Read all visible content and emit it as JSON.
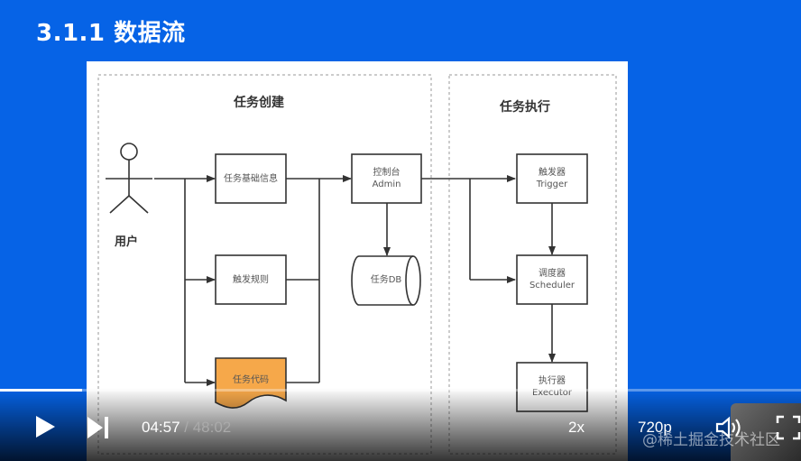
{
  "slide": {
    "title": "3.1.1 数据流",
    "background_color": "#0663e6"
  },
  "diagram": {
    "groups": [
      {
        "title": "任务创建"
      },
      {
        "title": "任务执行"
      }
    ],
    "actor": {
      "label": "用户"
    },
    "nodes": {
      "basic_info": {
        "label": "任务基础信息"
      },
      "trigger_rule": {
        "label": "触发规则"
      },
      "task_code": {
        "label": "任务代码",
        "color": "#f6a84a"
      },
      "admin": {
        "line1": "控制台",
        "line2": "Admin"
      },
      "db": {
        "label": "任务DB"
      },
      "trigger": {
        "line1": "触发器",
        "line2": "Trigger"
      },
      "scheduler": {
        "line1": "调度器",
        "line2": "Scheduler"
      },
      "executor": {
        "line1": "执行器",
        "line2": "Executor"
      }
    },
    "edges": [
      {
        "from": "用户",
        "to": "任务基础信息"
      },
      {
        "from": "用户",
        "to": "触发规则"
      },
      {
        "from": "用户",
        "to": "任务代码"
      },
      {
        "from": "任务基础信息",
        "to": "控制台 Admin"
      },
      {
        "from": "触发规则",
        "to": "控制台 Admin"
      },
      {
        "from": "任务代码",
        "to": "控制台 Admin"
      },
      {
        "from": "控制台 Admin",
        "to": "任务DB"
      },
      {
        "from": "控制台 Admin",
        "to": "触发器 Trigger"
      },
      {
        "from": "控制台 Admin",
        "to": "调度器 Scheduler"
      },
      {
        "from": "触发器 Trigger",
        "to": "调度器 Scheduler"
      },
      {
        "from": "调度器 Scheduler",
        "to": "执行器 Executor"
      }
    ]
  },
  "player": {
    "current_time": "04:57",
    "separator": " / ",
    "total_time": "48:02",
    "progress_percent": 10.3,
    "speed_label": "2x",
    "quality_label": "720p",
    "watermark": "@稀土掘金技术社区",
    "icons": {
      "play": "play-icon",
      "next": "next-icon",
      "volume": "volume-icon",
      "fullscreen": "fullscreen-icon"
    }
  }
}
